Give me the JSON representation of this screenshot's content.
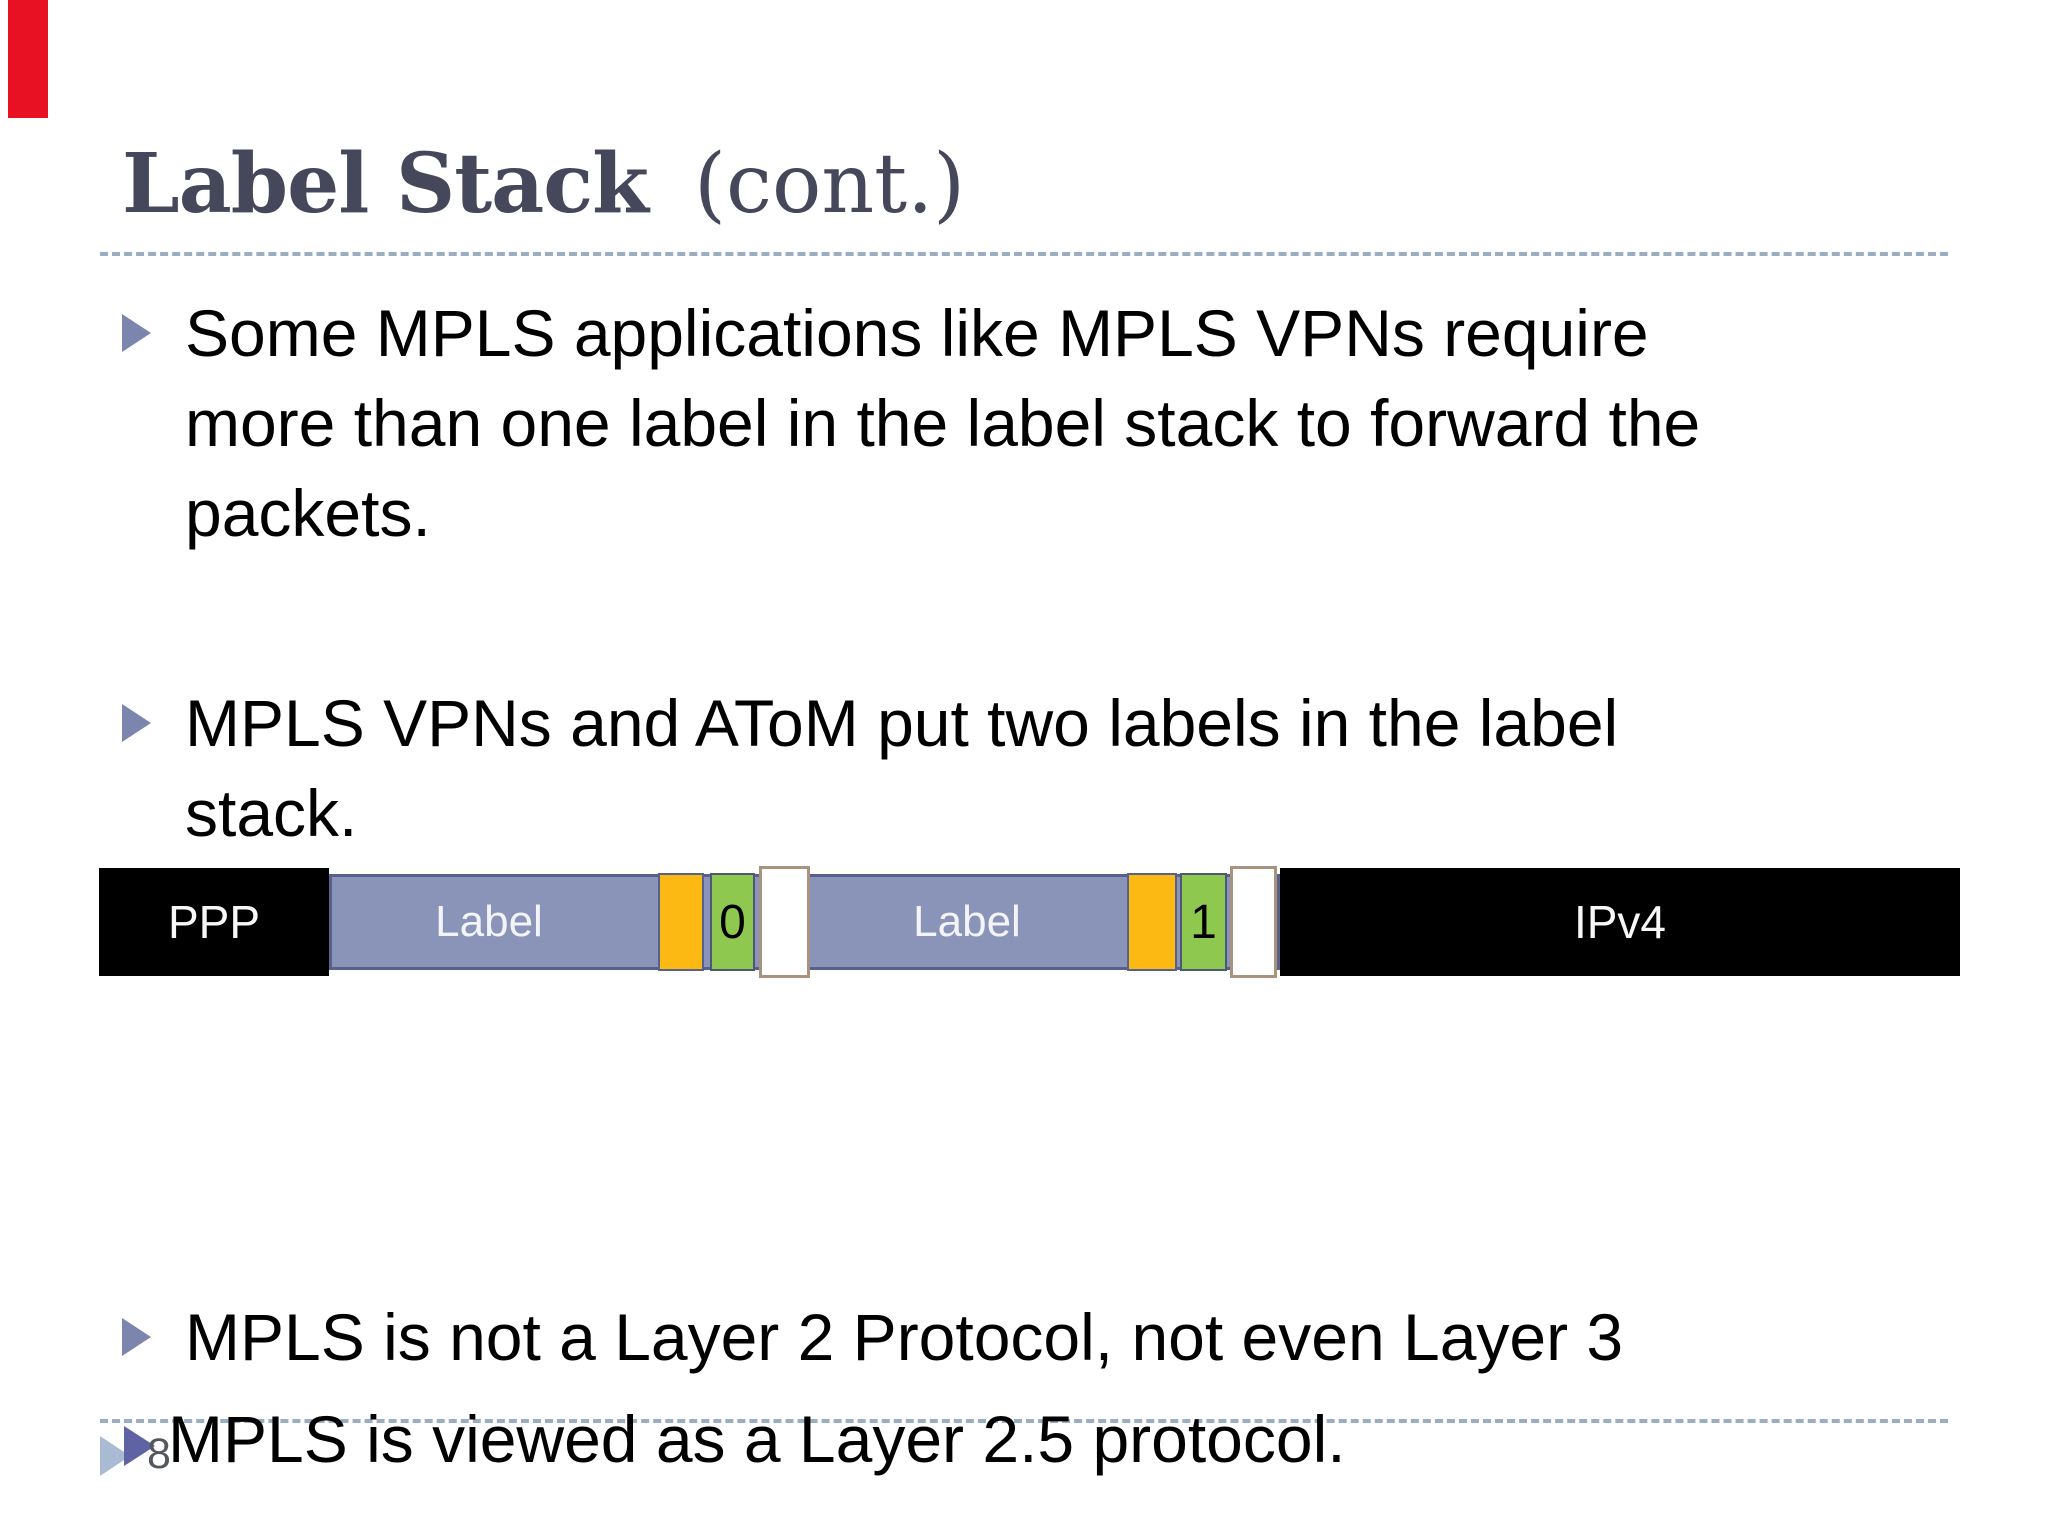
{
  "slide": {
    "title": {
      "main": "Label Stack",
      "suffix": "(cont.)"
    },
    "bullets": [
      {
        "lines": [
          "Some MPLS applications like MPLS VPNs require",
          "more than one label in the label stack to forward the",
          "packets."
        ]
      },
      {
        "lines": [
          "MPLS VPNs and AToM put two labels in the label",
          "stack."
        ]
      },
      {
        "lines": [
          "MPLS is not a Layer 2 Protocol, not even Layer 3"
        ]
      },
      {
        "lines": [
          "MPLS is viewed as a Layer 2.5 protocol."
        ]
      }
    ],
    "diagram": {
      "ppp": "PPP",
      "label1": "Label",
      "bos0": "0",
      "label2": "Label",
      "bos1": "1",
      "ipv4": "IPv4"
    },
    "footer": {
      "page_number": "8"
    },
    "colors": {
      "red_marker_bar": "#e81123",
      "title_text": "#45475a",
      "body_text": "#000000",
      "bullet_triangle": "#7b85ae",
      "dashed_rule": "#9badc2",
      "diagram_label_fill": "#8a94b8",
      "diagram_label_border": "#57618c",
      "diagram_exp_orange": "#fcb813",
      "diagram_bos_green": "#8fc84f",
      "diagram_ttl_border_tan": "#a9937f",
      "diagram_header_black": "#000000",
      "footer_triangle_light": "#a8bbd3",
      "footer_triangle_dark": "#6063a3",
      "page_number_text": "#55575e"
    }
  }
}
